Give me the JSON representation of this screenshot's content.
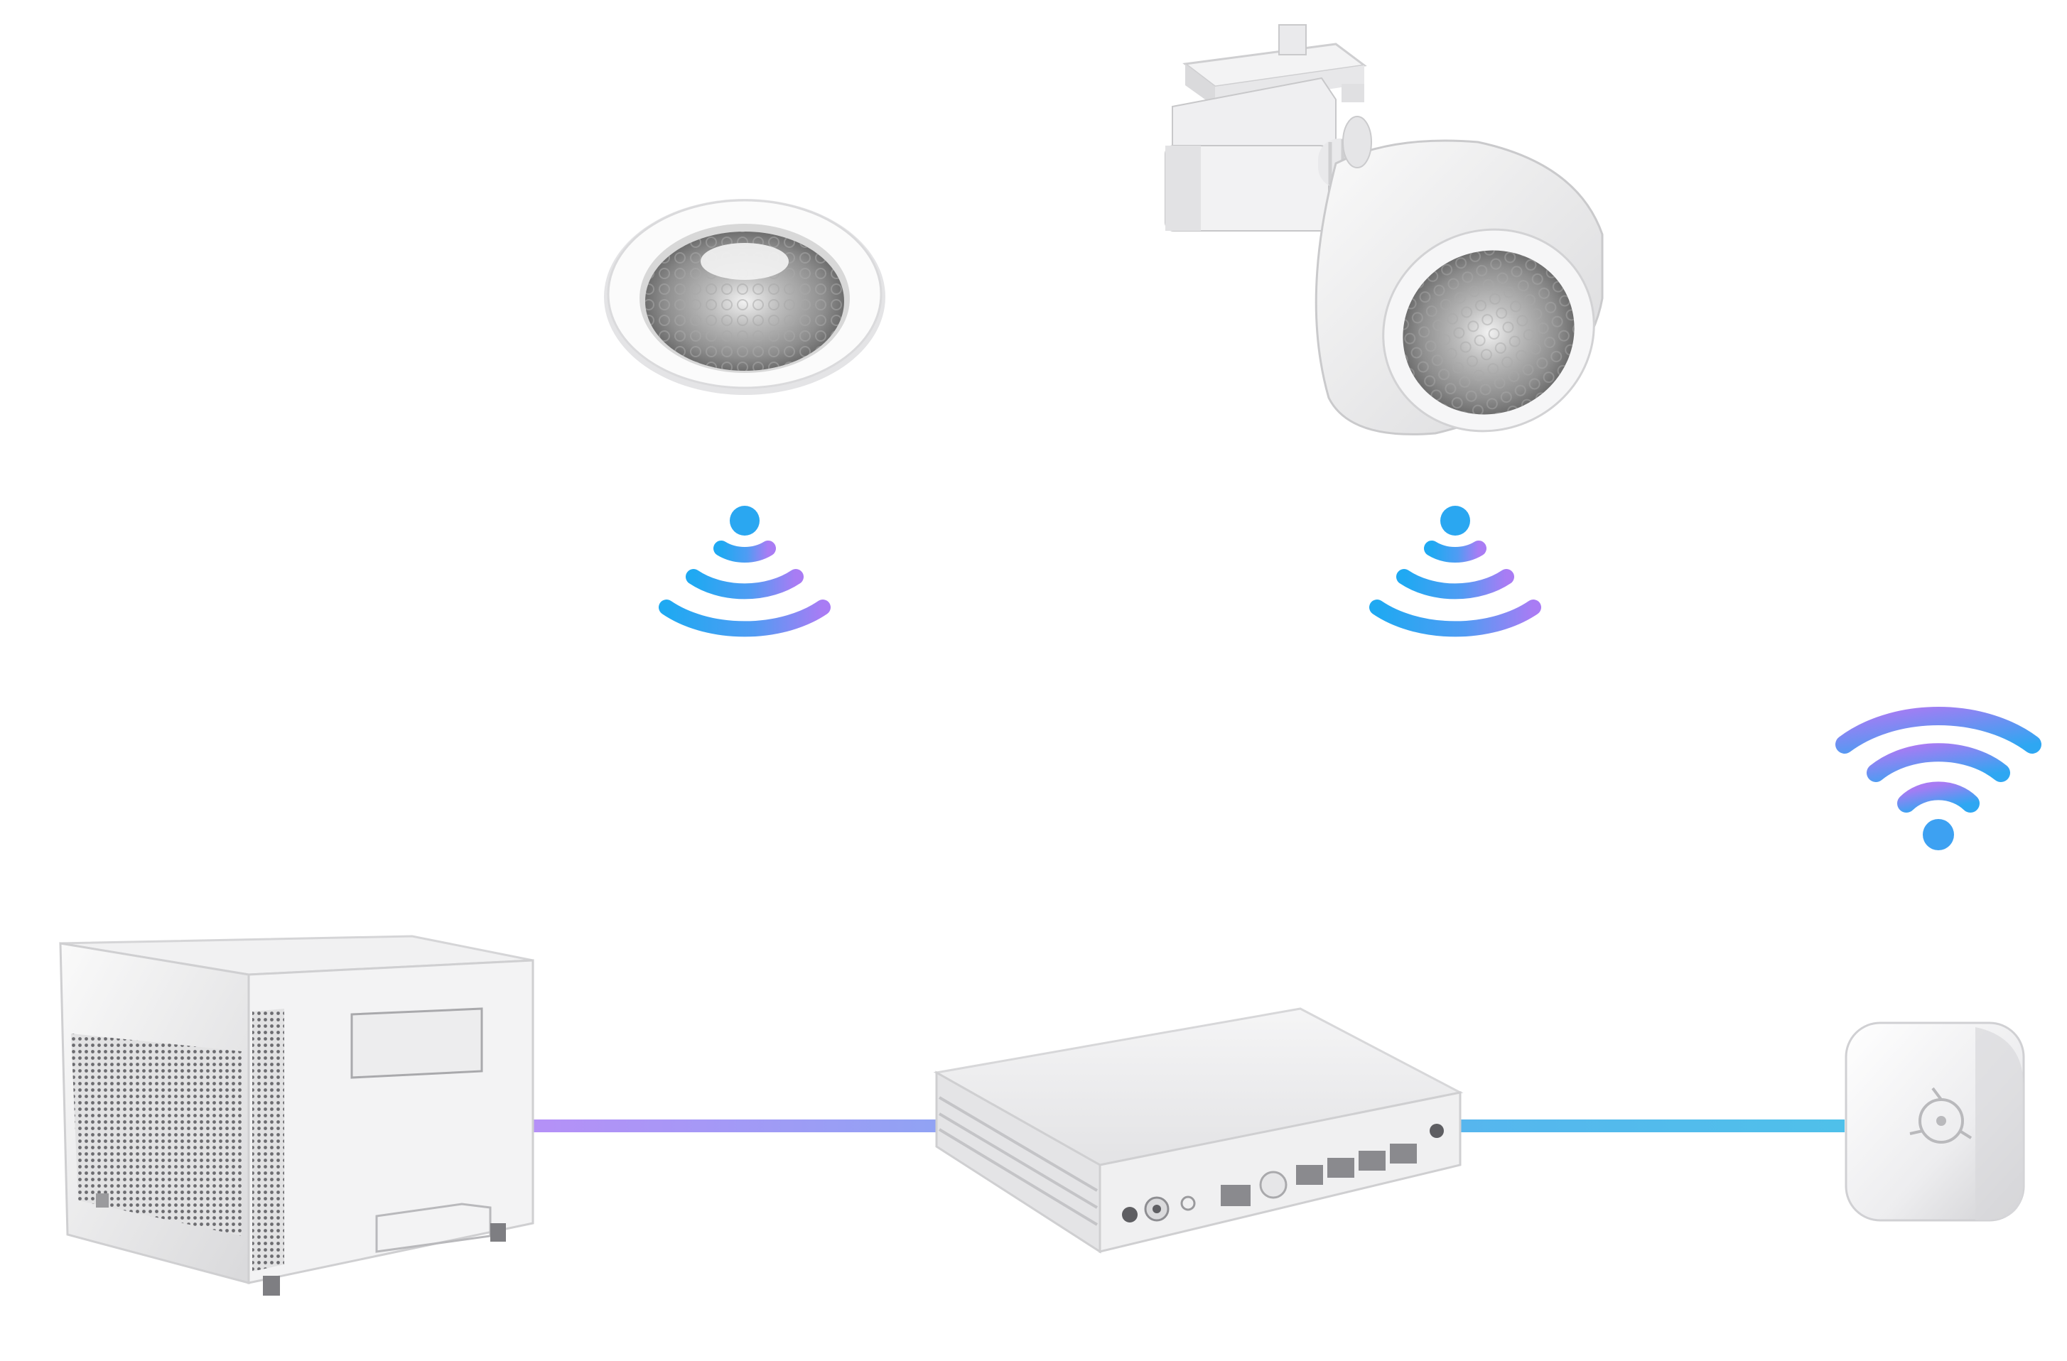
{
  "diagram": {
    "nodes": [
      {
        "id": "downlight",
        "type": "recessed-downlight",
        "icon": "downlight-icon"
      },
      {
        "id": "track-spotlight",
        "type": "track-spotlight",
        "icon": "spotlight-icon"
      },
      {
        "id": "server",
        "type": "server-box",
        "icon": "server-icon"
      },
      {
        "id": "router",
        "type": "network-router",
        "icon": "router-icon"
      },
      {
        "id": "access-point",
        "type": "wireless-access-point",
        "icon": "access-point-icon"
      }
    ],
    "connections": [
      {
        "from": "server",
        "to": "router",
        "kind": "wired"
      },
      {
        "from": "router",
        "to": "access-point",
        "kind": "wired"
      },
      {
        "from": "downlight",
        "kind": "wireless-broadcast"
      },
      {
        "from": "track-spotlight",
        "kind": "wireless-broadcast"
      },
      {
        "from": "access-point",
        "kind": "wifi"
      }
    ],
    "colors": {
      "gradient_purple": "#B08BF6",
      "gradient_blue": "#4FB8EE",
      "signal_blue": "#2EA7F2",
      "signal_violet": "#A77BF3",
      "device_white": "#F4F4F5",
      "device_shade": "#DCDCDE",
      "device_edge": "#BFC0C3",
      "metal_dark": "#8C8C8F"
    }
  }
}
